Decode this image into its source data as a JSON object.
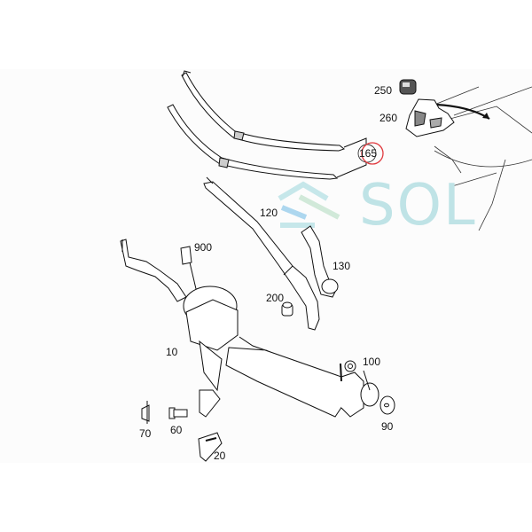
{
  "diagram": {
    "type": "exploded parts diagram",
    "subject": "windshield wiper system",
    "highlight_color": "#e0393e",
    "line_color": "#1a1a1a",
    "callouts": [
      {
        "id": "165",
        "label": "165",
        "part": "wiper blades (pair)",
        "highlighted": true
      },
      {
        "id": "250",
        "label": "250",
        "part": "sensor"
      },
      {
        "id": "260",
        "label": "260",
        "part": "sensor cover"
      },
      {
        "id": "120",
        "label": "120",
        "part": "wiper arm"
      },
      {
        "id": "130",
        "label": "130",
        "part": "wiper arm cover"
      },
      {
        "id": "900",
        "label": "900",
        "part": "connector"
      },
      {
        "id": "200",
        "label": "200",
        "part": "cap"
      },
      {
        "id": "10",
        "label": "10",
        "part": "wiper motor / linkage"
      },
      {
        "id": "100",
        "label": "100",
        "part": "nut"
      },
      {
        "id": "90",
        "label": "90",
        "part": "cap"
      },
      {
        "id": "70",
        "label": "70",
        "part": "grommet"
      },
      {
        "id": "60",
        "label": "60",
        "part": "bolt"
      },
      {
        "id": "20",
        "label": "20",
        "part": "bracket"
      }
    ]
  },
  "watermark": {
    "text": "SOL",
    "color": "#bfe3e6",
    "stripe_colors": [
      "#c4e6ea",
      "#cfe9d8",
      "#a9d6ef",
      "#c4e6ea"
    ]
  }
}
